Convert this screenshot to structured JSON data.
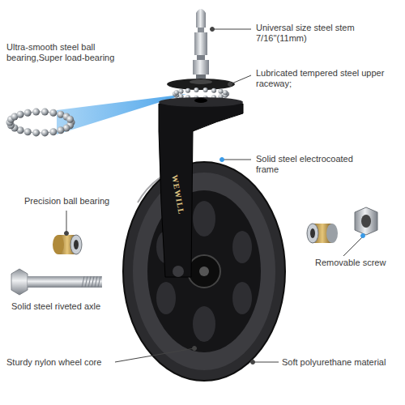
{
  "diagram": {
    "labels": [
      "Ultra-smooth steel ball bearing,Super load-bearing",
      "Universal size steel stem 7/16''(11mm)",
      "Lubricated tempered steel upper raceway;",
      "Solid steel electrocoated frame",
      "Precision ball bearing",
      "Removable screw",
      "Solid steel riveted axle",
      "Sturdy nylon wheel core",
      "Soft polyurethane material",
      "WEWILL"
    ]
  }
}
